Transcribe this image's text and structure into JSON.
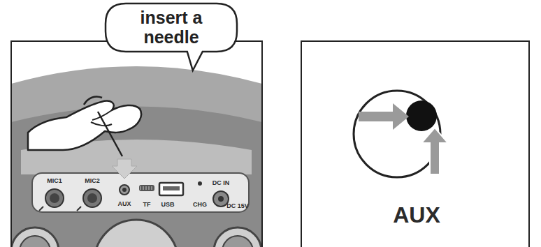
{
  "diagram": {
    "nodes": [
      {
        "text": [
          "insert a needle"
        ]
      }
    ],
    "labels": [
      "MIC1",
      "MIC2",
      "AUX",
      "TF",
      "USB",
      "CHG",
      "DC IN",
      "DC 15V",
      "AUX"
    ]
  }
}
